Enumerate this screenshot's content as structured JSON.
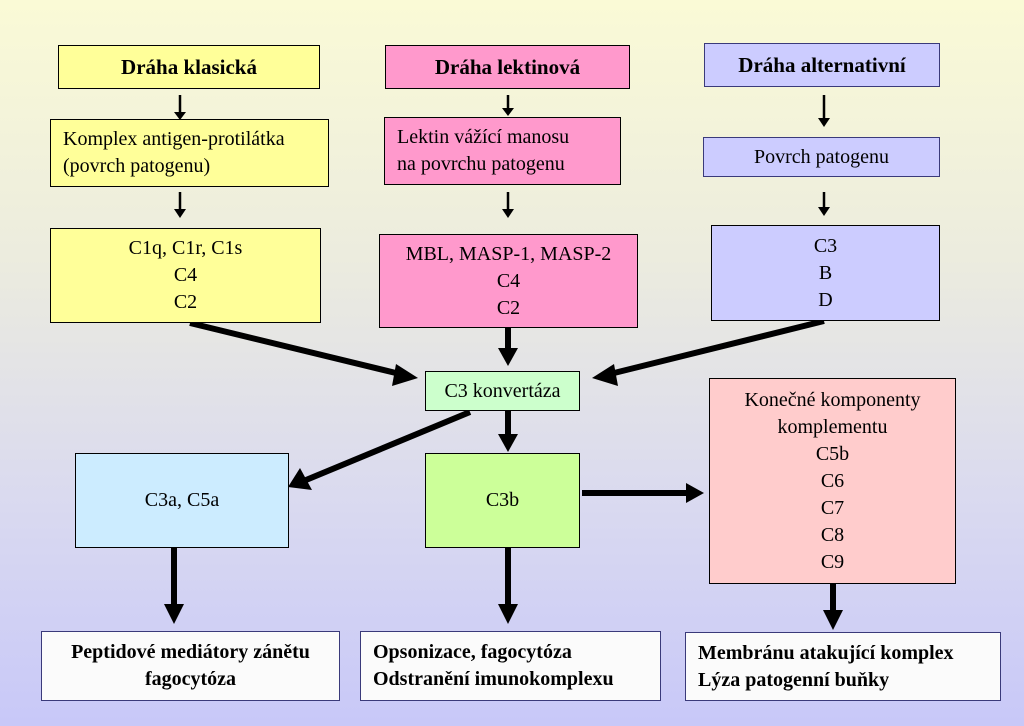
{
  "pathways": {
    "classical": {
      "title": "Dráha klasická",
      "trigger": [
        "Komplex antigen-protilátka",
        "(povrch patogenu)"
      ],
      "components": [
        "C1q, C1r, C1s",
        "C4",
        "C2"
      ]
    },
    "lectin": {
      "title": "Dráha lektinová",
      "trigger": [
        "Lektin vážící manosu",
        "na povrchu patogenu"
      ],
      "components": [
        "MBL, MASP-1, MASP-2",
        "C4",
        "C2"
      ]
    },
    "alternative": {
      "title": "Dráha alternativní",
      "trigger": [
        "Povrch patogenu"
      ],
      "components": [
        "C3",
        "B",
        "D"
      ]
    }
  },
  "convertase": "C3 konvertáza",
  "products": {
    "c3a_c5a": "C3a, C5a",
    "c3b": "C3b",
    "terminal": [
      "Konečné komponenty",
      "komplementu",
      "C5b",
      "C6",
      "C7",
      "C8",
      "C9"
    ]
  },
  "outcomes": {
    "inflammation": [
      "Peptidové mediátory zánětu",
      "fagocytóza"
    ],
    "opsonization": [
      "Opsonizace, fagocytóza",
      "Odstranění imunokomplexu"
    ],
    "mac": [
      "Membránu atakující komplex",
      "Lýza patogenní buňky"
    ]
  }
}
